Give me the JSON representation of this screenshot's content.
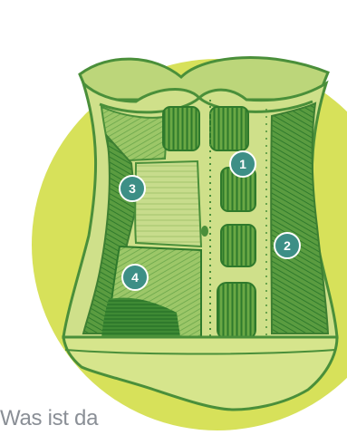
{
  "colors": {
    "background_circle": "#d7e15a",
    "torso_light": "#cfe08a",
    "torso_outline": "#4a8f3a",
    "muscle_dark": "#3f8a35",
    "muscle_mid": "#7fb85a",
    "muscle_pale": "#b8d47e",
    "marker_fill": "#3d8f86",
    "caption_text": "#8a8f96"
  },
  "markers": [
    {
      "label": "1"
    },
    {
      "label": "2"
    },
    {
      "label": "3"
    },
    {
      "label": "4"
    }
  ],
  "caption": "Was ist da"
}
